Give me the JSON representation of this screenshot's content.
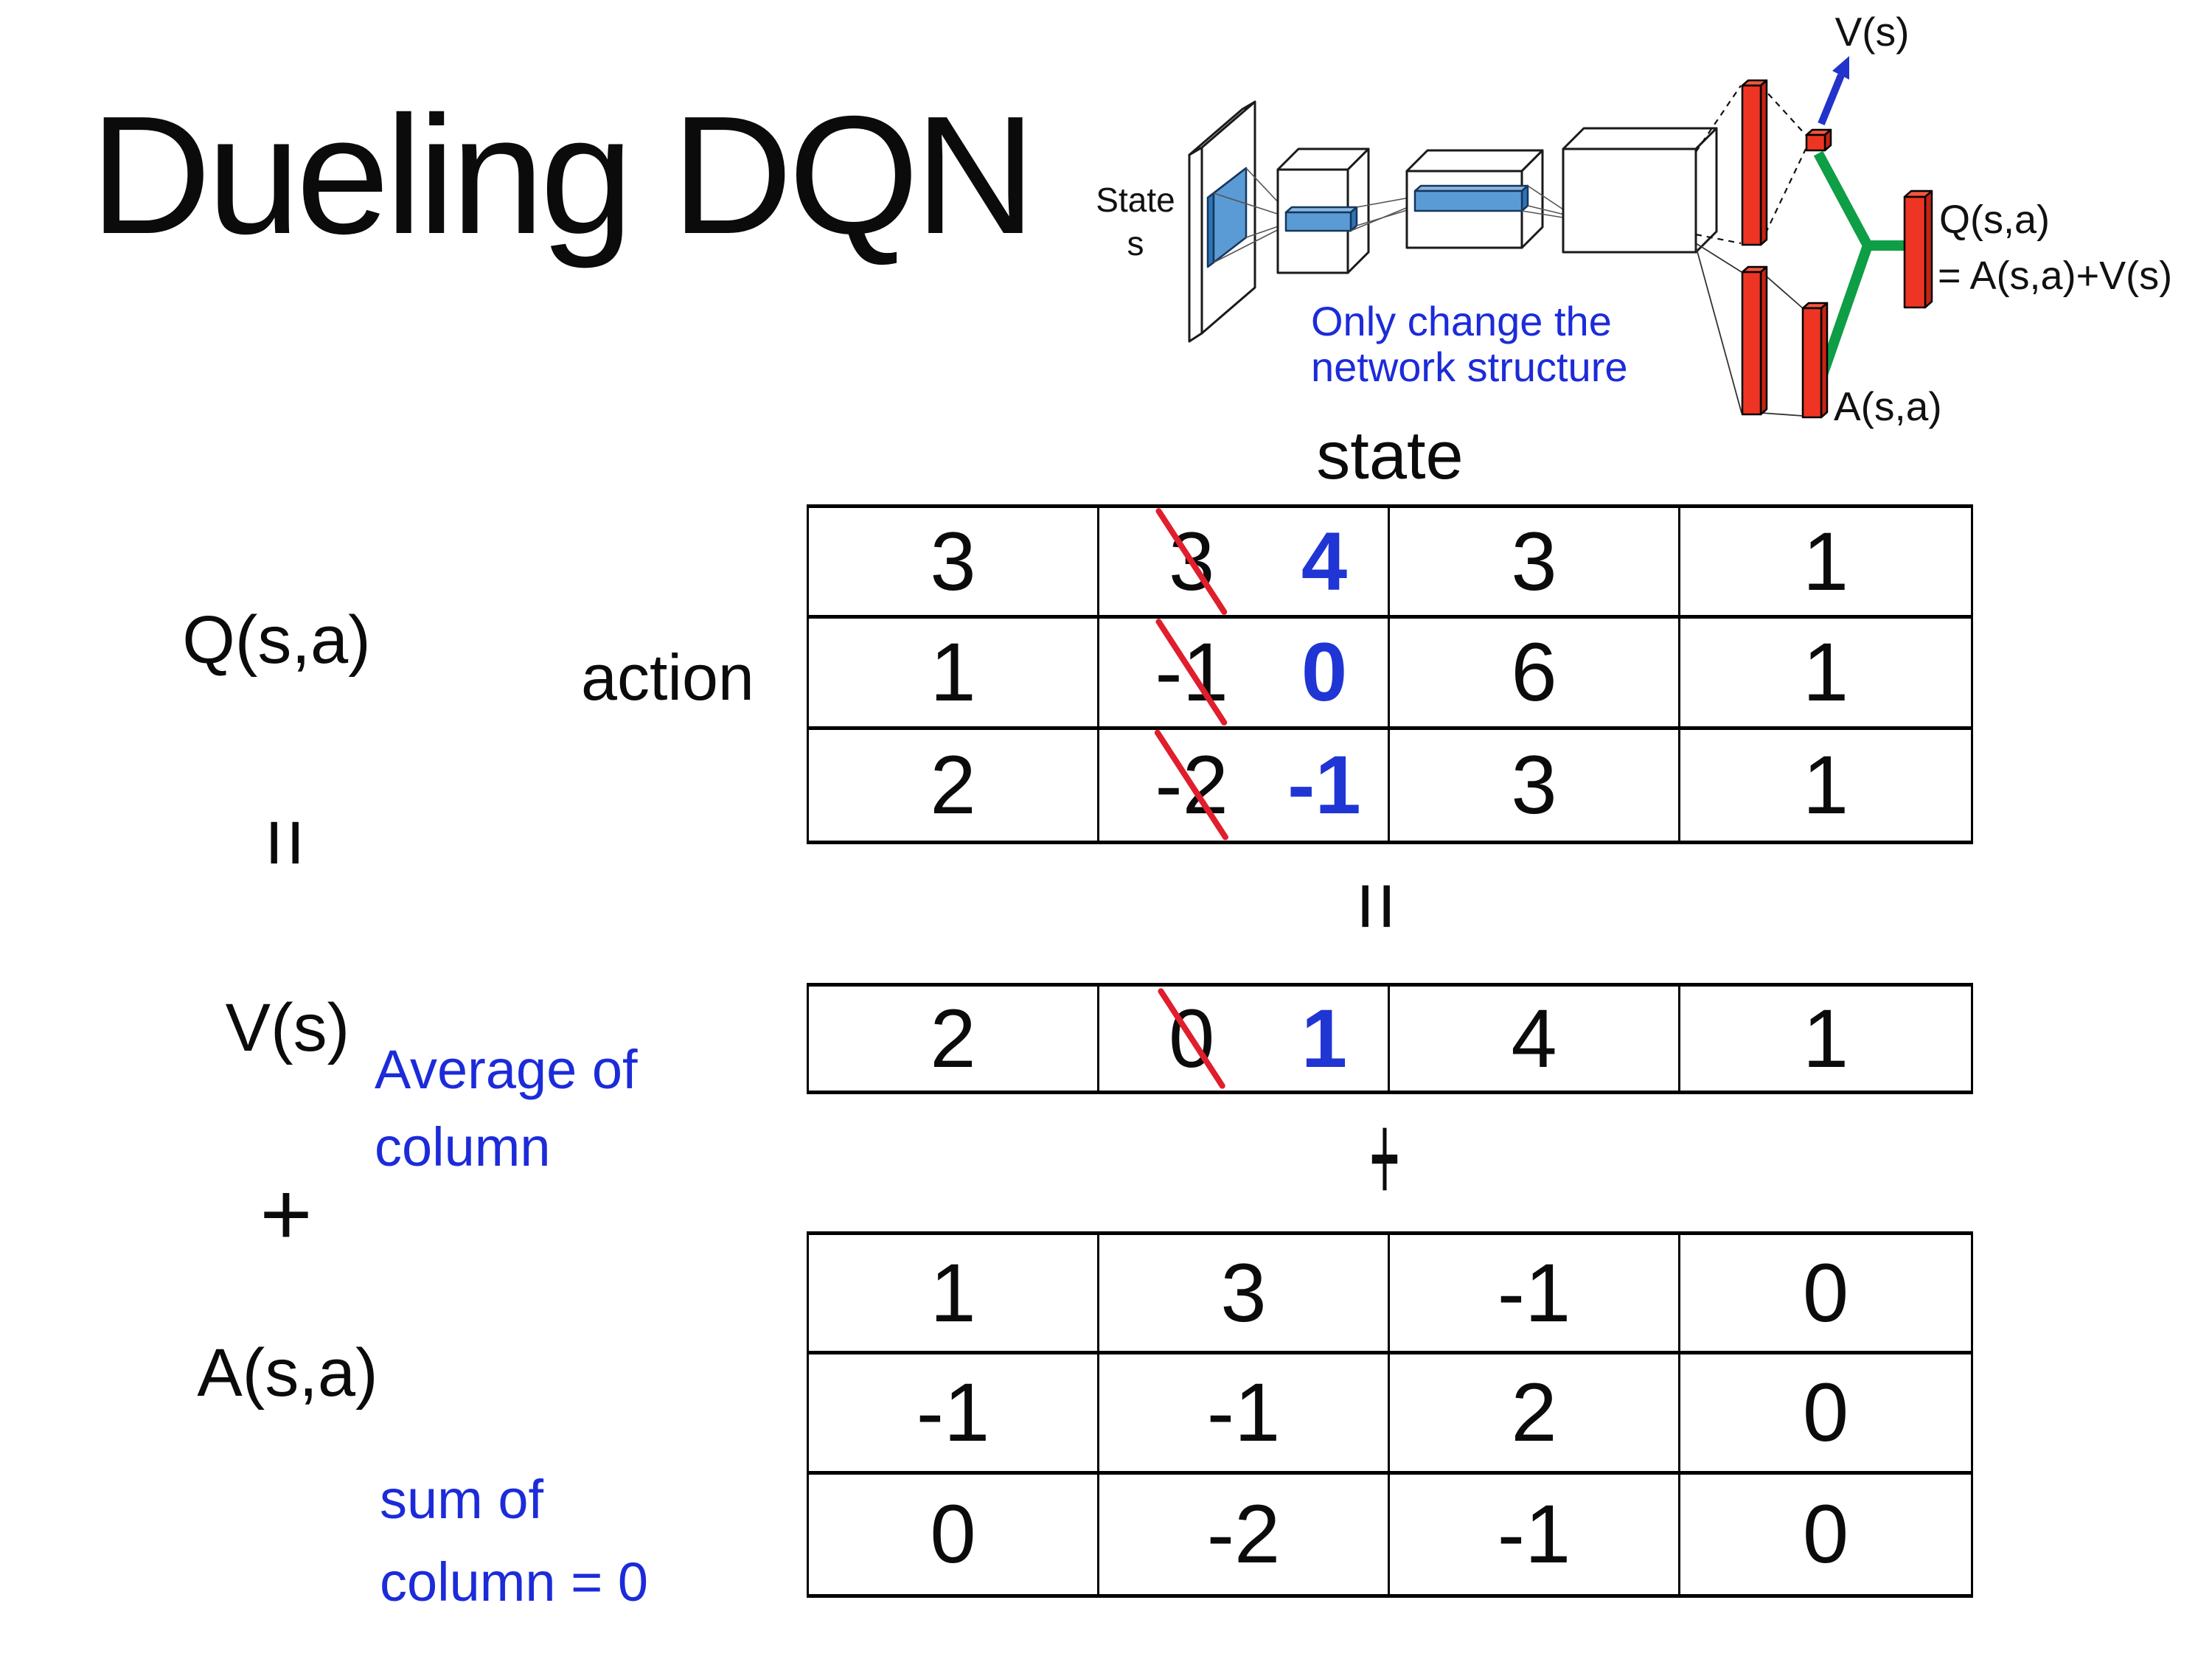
{
  "title": "Dueling DQN",
  "colors": {
    "accent_blue": "#1c2bd9",
    "number_blue": "#1f35d4",
    "strike_red": "#e01e2c",
    "bar_red": "#ee3423",
    "merge_green": "#0e9e45",
    "conv_blue": "#5b9bd5"
  },
  "diagram": {
    "state_line1": "State",
    "state_line2": "s",
    "v_label": "V(s)",
    "q_label_line1": "Q(s,a)",
    "q_label_line2": "= A(s,a)+V(s)",
    "a_label": "A(s,a)",
    "note_line1": "Only change the",
    "note_line2": "network structure"
  },
  "equation": {
    "q_term": "Q(s,a)",
    "action_label": "action",
    "state_label": "state",
    "eq_left": "=",
    "eq_mid": "=",
    "plus_left": "+",
    "plus_mid": "+",
    "v_term": "V(s)",
    "a_term": "A(s,a)",
    "v_note_line1": "Average of",
    "v_note_line2": "column",
    "a_note_line1": "sum of",
    "a_note_line2": "column = 0"
  },
  "q_table": {
    "rows": [
      {
        "c0": "3",
        "old": "3",
        "new": "4",
        "c2": "3",
        "c3": "1"
      },
      {
        "c0": "1",
        "old": "-1",
        "new": "0",
        "c2": "6",
        "c3": "1"
      },
      {
        "c0": "2",
        "old": "-2",
        "new": "-1",
        "c2": "3",
        "c3": "1"
      }
    ]
  },
  "v_table": {
    "c0": "2",
    "old": "0",
    "new": "1",
    "c2": "4",
    "c3": "1"
  },
  "a_table": {
    "rows": [
      {
        "c0": "1",
        "c1": "3",
        "c2": "-1",
        "c3": "0"
      },
      {
        "c0": "-1",
        "c1": "-1",
        "c2": "2",
        "c3": "0"
      },
      {
        "c0": "0",
        "c1": "-2",
        "c2": "-1",
        "c3": "0"
      }
    ]
  }
}
